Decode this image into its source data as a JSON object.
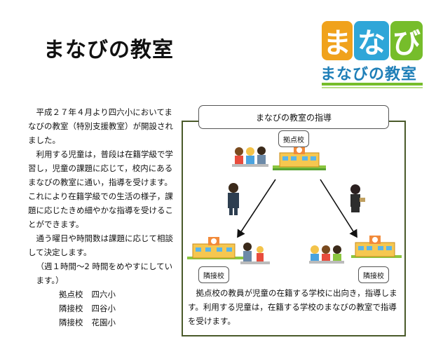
{
  "page_title": "まなびの教室",
  "logo": {
    "chars": [
      "ま",
      "な",
      "び"
    ],
    "text": "まなびの教室",
    "colors": [
      "#f0a21c",
      "#2fa6d8",
      "#76bd2b"
    ]
  },
  "body": {
    "p1": "平成２７年４月より四六小においてまなびの教室（特別支援教室）が開設されました。",
    "p2": "利用する児童は，普段は在籍学級で学習し，児童の課題に応じて，校内にあるまなびの教室に通い，指導を受けます。これにより在籍学級での生活の様子，課題に応じたきめ細やかな指導を受けることができます。",
    "p3": "通う曜日や時間数は課題に応じて相談して決定します。",
    "p4": "（週１時間～2 時間をめやすにしています。）",
    "schools": [
      {
        "type": "拠点校",
        "name": "四六小"
      },
      {
        "type": "隣接校",
        "name": "四谷小"
      },
      {
        "type": "隣接校",
        "name": "花園小"
      }
    ]
  },
  "diagram": {
    "title": "まなびの教室の指導",
    "hub_label": "拠点校",
    "left_label": "隣接校",
    "right_label": "隣接校",
    "caption": "拠点校の教員が児童の在籍する学校に出向き，指導します。利用する児童は，在籍する学校のまなびの教室で指導を受けます。"
  }
}
